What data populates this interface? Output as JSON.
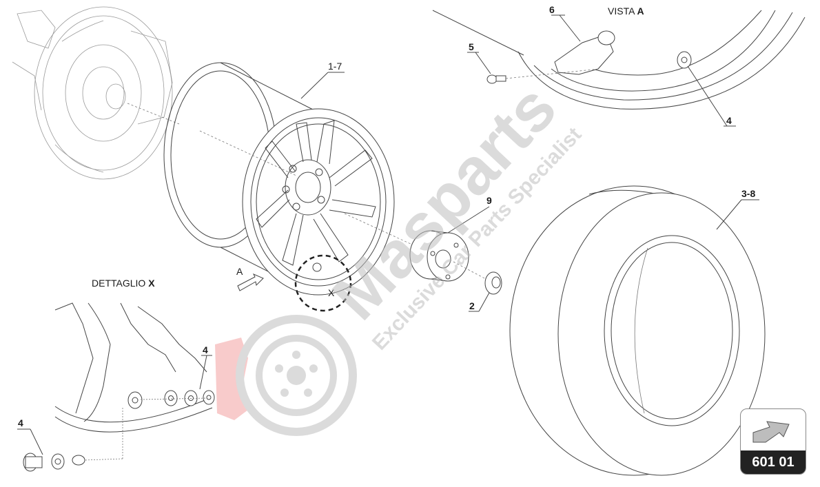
{
  "view_label": {
    "text": "VISTA",
    "letter": "A"
  },
  "detail_label": {
    "text": "DETTAGLIO",
    "letter": "X"
  },
  "callouts": {
    "wheel": "1-7",
    "tyre": "3-8",
    "hub_cap": "9",
    "nut": "2",
    "screw": "5",
    "sensor": "6",
    "valve_view": "4",
    "valve_detail_top": "4",
    "valve_detail_left": "4",
    "arrow_view": "A",
    "detail_circle": "X"
  },
  "watermark": {
    "brand": "Masparts",
    "tagline": "Exclusive Car Parts Specialist"
  },
  "page_badge": {
    "number": "601 01"
  },
  "icons": {
    "badge_arrow": "arrow-icon",
    "watermark_logo": "brake-disc-logo-icon"
  },
  "colors": {
    "line": "#444444",
    "watermark_grey": "#bdbdbd",
    "watermark_red": "#f2a0a0",
    "badge_dark": "#222222"
  }
}
